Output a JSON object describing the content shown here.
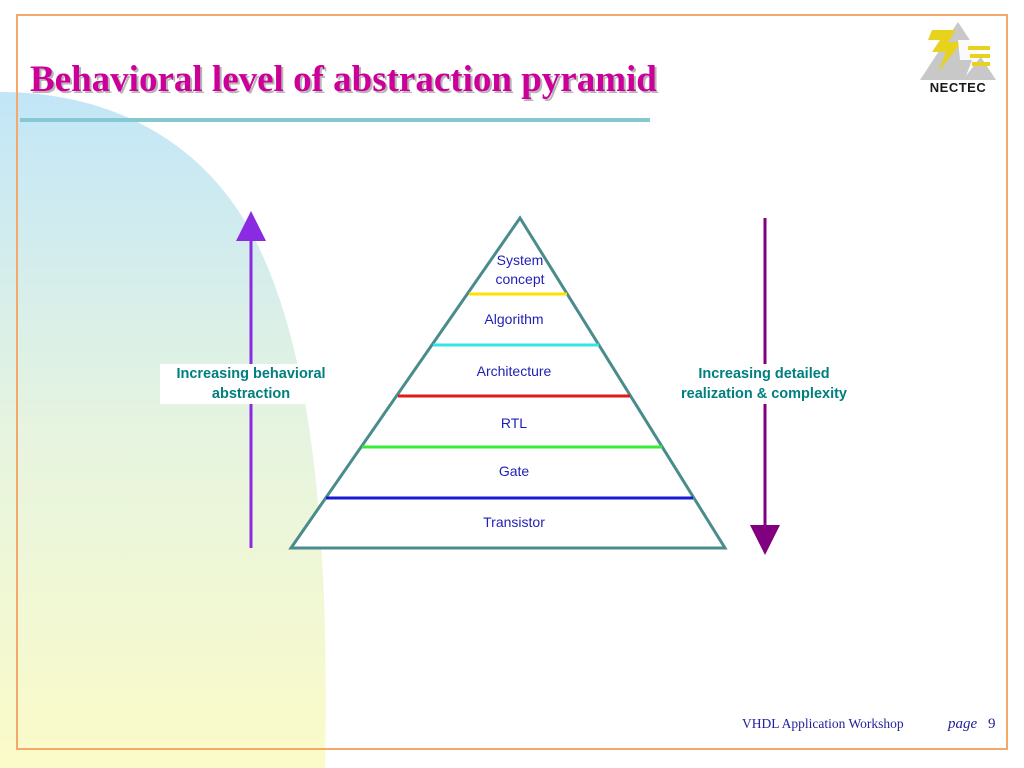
{
  "slide": {
    "title": "Behavioral level of abstraction pyramid"
  },
  "logo": {
    "text": "NECTEC",
    "icon": "nectec-logo-icon",
    "colors": {
      "shape": "#c8c8c8",
      "bolt": "#e8d21e"
    }
  },
  "diagram": {
    "left_arrow": {
      "label_line1": "Increasing behavioral",
      "label_line2": "abstraction",
      "direction": "up",
      "color": "#8a2be2"
    },
    "right_arrow": {
      "label_line1": "Increasing detailed",
      "label_line2": "realization & complexity",
      "direction": "down",
      "color": "#800080"
    },
    "levels": [
      {
        "line1": "System",
        "line2": "concept",
        "divider_color": "#ffe000"
      },
      {
        "line1": "Algorithm",
        "divider_color": "#33e6e6"
      },
      {
        "line1": "Architecture",
        "divider_color": "#e01919"
      },
      {
        "line1": "RTL",
        "divider_color": "#33ee33"
      },
      {
        "line1": "Gate",
        "divider_color": "#1a1ad0"
      },
      {
        "line1": "Transistor"
      }
    ],
    "pyramid_outline_color": "#4a8c8c"
  },
  "footer": {
    "workshop": "VHDL Application Workshop",
    "page_label": "page",
    "page_number": "9"
  },
  "colors": {
    "title": "#cc0099",
    "frame": "#f5a86b",
    "label_text": "#007f7f",
    "level_text": "#1f1fb5"
  }
}
